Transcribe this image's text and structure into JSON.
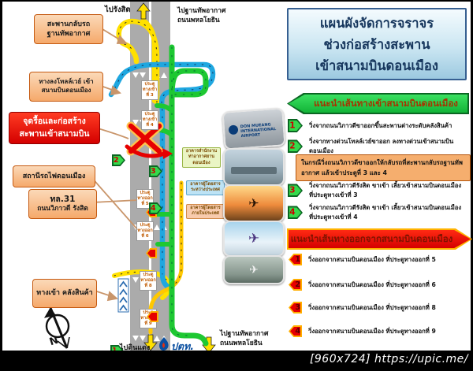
{
  "watermark": "[960x724] https://upic.me/",
  "panel": {
    "title_line1": "แผนผังจัดการจราจร",
    "title_line2": "ช่วงก่อสร้างสะพาน",
    "title_line3": "เข้าสนามบินดอนเมือง",
    "entry_banner": "แนะนำเส้นทางเข้าสนามบินดอนเมือง",
    "entry_note": "ในกรณีวิ่งถนนวิภาวดีขาออกให้กลับรถที่สะพานกลับรถฐานทัพอากาศ แล้วเข้าประตูที่ 3 และ 4",
    "entry_items": [
      {
        "num": "1",
        "text": "วิ่งจากถนนวิภาวดีขาออกขึ้นสะพานต่างระดับคลังสินค้า"
      },
      {
        "num": "2",
        "text": "วิ่งจากทางด่วนโทลล์เวย์ขาออก ลงทางด่วนเข้าสนามบินดอนเมือง"
      },
      {
        "num": "3",
        "text": "วิ่งจากถนนวิภาวดีรังสิต ขาเข้า เลี้ยวเข้าสนามบินดอนเมือง ที่ประตูทางเข้าที่ 3"
      },
      {
        "num": "4",
        "text": "วิ่งจากถนนวิภาวดีรังสิต ขาเข้า เลี้ยวเข้าสนามบินดอนเมือง ที่ประตูทางเข้าที่ 4"
      }
    ],
    "exit_banner": "แนะนำเส้นทางออกจากสนามบินดอนเมือง",
    "exit_items": [
      {
        "num": "1",
        "text": "วิ่งออกจากสนามบินดอนเมือง ที่ประตูทางออกที่ 5"
      },
      {
        "num": "2",
        "text": "วิ่งออกจากสนามบินดอนเมือง ที่ประตูทางออกที่ 6"
      },
      {
        "num": "3",
        "text": "วิ่งออกจากสนามบินดอนเมือง ที่ประตูทางออกที่ 8"
      },
      {
        "num": "4",
        "text": "วิ่งออกจากสนามบินดอนเมือง ที่ประตูทางออกที่ 9"
      }
    ]
  },
  "map": {
    "to_rangsit": "ไปรังสิต",
    "to_airbase_line1": "ไปฐานทัพอากาศ",
    "to_airbase_line2": "ถนนพหลโยธิน",
    "to_dindaeng": "ไปดินแดง",
    "callout_uturn": "สะพานกลับรถ ฐานทัพอากาศ",
    "callout_tollway": "ทางลงโทลล์เวย์ เข้าสนามบินดอนเมือง",
    "callout_construction": "จุดรื้อและก่อสร้าง สะพานเข้าสนามบิน",
    "callout_station": "สถานีรถไฟดอนเมือง",
    "callout_highway_line1": "ทล.31",
    "callout_highway_line2": "ถนนวิภาวดี รังสิต",
    "callout_warehouse": "ทางเข้า คลังสินค้า",
    "gate_in3": "ประตู ทางเข้า ที่ 3",
    "gate_in4": "ประตู ทางเข้า ที่ 4",
    "gate_out5": "ประตู ทางออก ที่ 5",
    "gate_out6": "ประตู ทางออก ที่ 6",
    "gate_out8": "ประตู ทางออก ที่ 8",
    "gate_out9": "ประตู ทางออก ที่ 9",
    "marker1": "1",
    "marker2": "2",
    "marker3": "3",
    "marker4": "4",
    "bldg_office": "อาคารสำนักงาน ท่าอากาศยาน ดอนเมือง",
    "bldg_intl": "อาคารผู้โดยสาร ระหว่างประเทศ",
    "bldg_domestic": "อาคารผู้โดยสาร ภายในประเทศ",
    "ptt": "ปตท.",
    "compass": "N",
    "photo_sign_text": "DON MUEANG INTERNATIONAL AIRPORT"
  },
  "colors": {
    "entry_green": "#1FC93F",
    "exit_red": "#E60000",
    "route_yellow": "#FFE000",
    "route_blue": "#1FA7E0",
    "route_green": "#1EC832",
    "route_orange": "#FFC800",
    "callout_peach": "#F8C9A0",
    "title_blue": "#CDE9F5"
  }
}
